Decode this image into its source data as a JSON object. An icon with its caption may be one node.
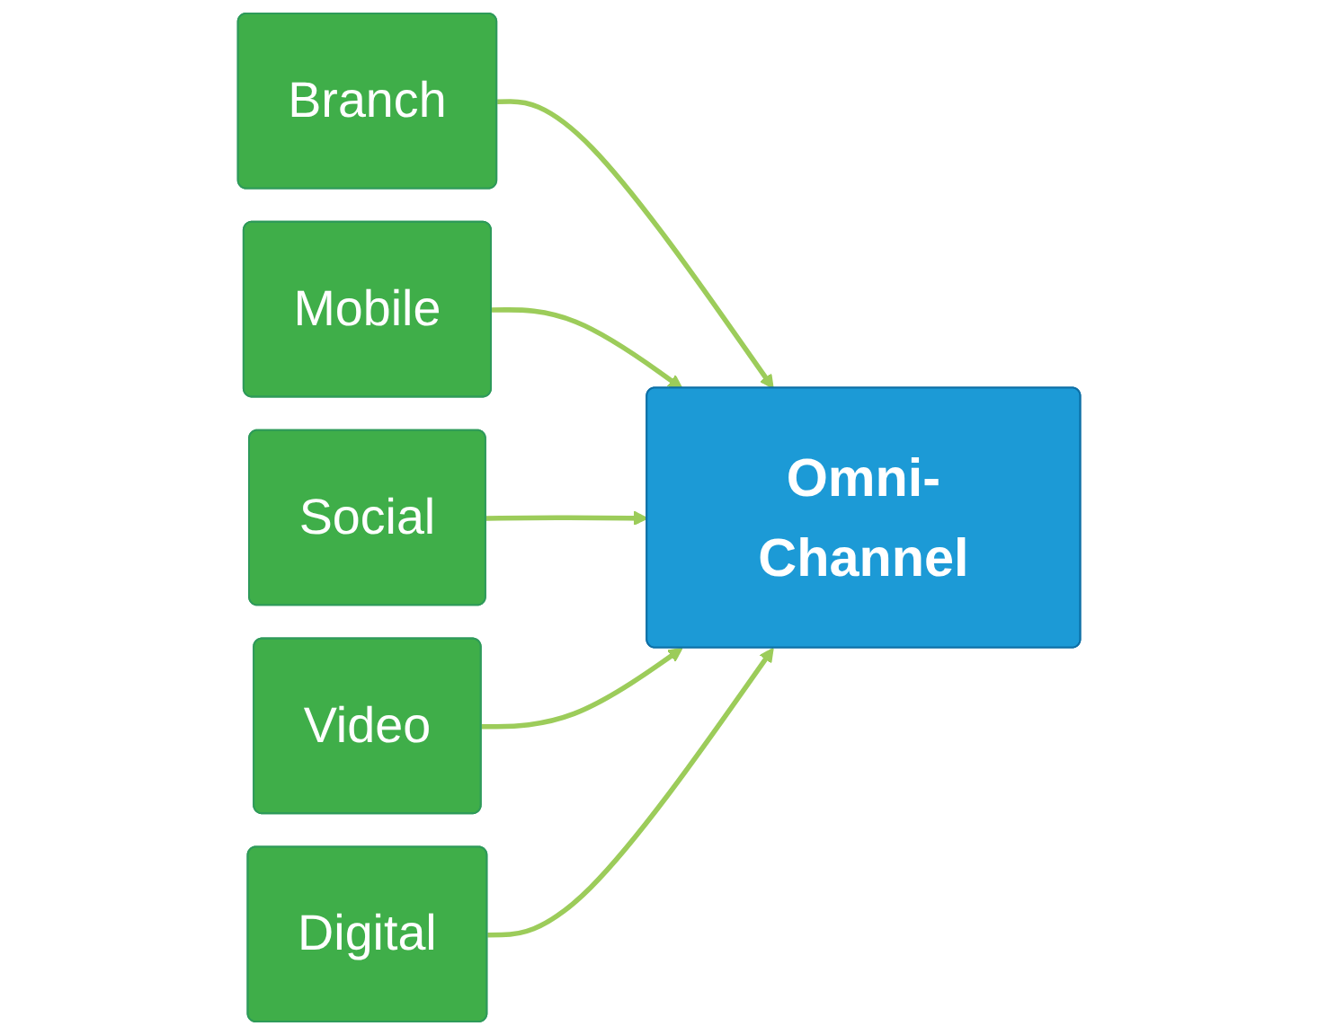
{
  "diagram": {
    "nodes": [
      {
        "text": [
          "Branch"
        ]
      },
      {
        "text": [
          "Mobile"
        ]
      },
      {
        "text": [
          "Social"
        ]
      },
      {
        "text": [
          "Video"
        ]
      },
      {
        "text": [
          "Digital"
        ]
      },
      {
        "text": [
          "Omni-Channel"
        ]
      }
    ],
    "edges": [
      {
        "from": 0,
        "to": 5,
        "arrow": "to"
      },
      {
        "from": 1,
        "to": 5,
        "arrow": "to"
      },
      {
        "from": 2,
        "to": 5,
        "arrow": "to"
      },
      {
        "from": 3,
        "to": 5,
        "arrow": "to"
      },
      {
        "from": 4,
        "to": 5,
        "arrow": "to"
      }
    ]
  }
}
